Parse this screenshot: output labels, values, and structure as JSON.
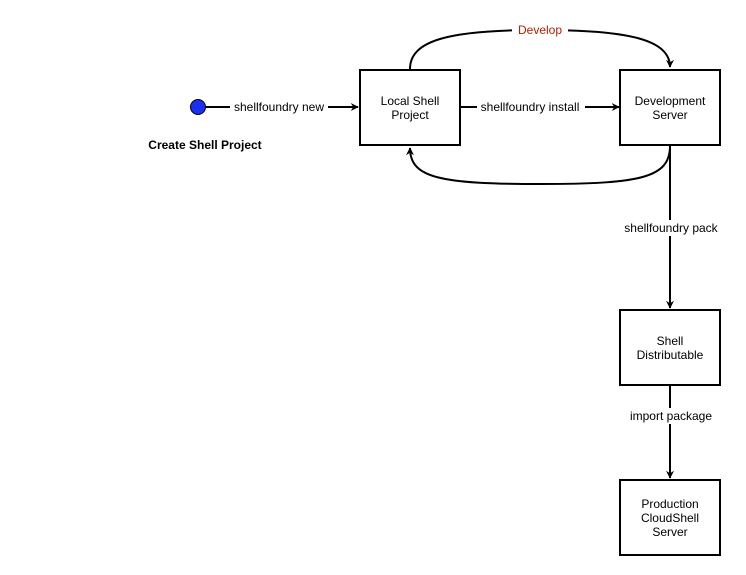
{
  "diagram": {
    "caption": "Create Shell Project",
    "start_node_color": "#1a2ff0",
    "develop_label_color": "#b22000",
    "nodes": {
      "local_shell_project": [
        "Local Shell",
        "Project"
      ],
      "development_server": [
        "Development",
        "Server"
      ],
      "shell_distributable": [
        "Shell",
        "Distributable"
      ],
      "production_server": [
        "Production",
        "CloudShell",
        "Server"
      ]
    },
    "edges": {
      "new": "shellfoundry new",
      "install": "shellfoundry install",
      "develop": "Develop",
      "pack": "shellfoundry pack",
      "import": "import package"
    }
  }
}
